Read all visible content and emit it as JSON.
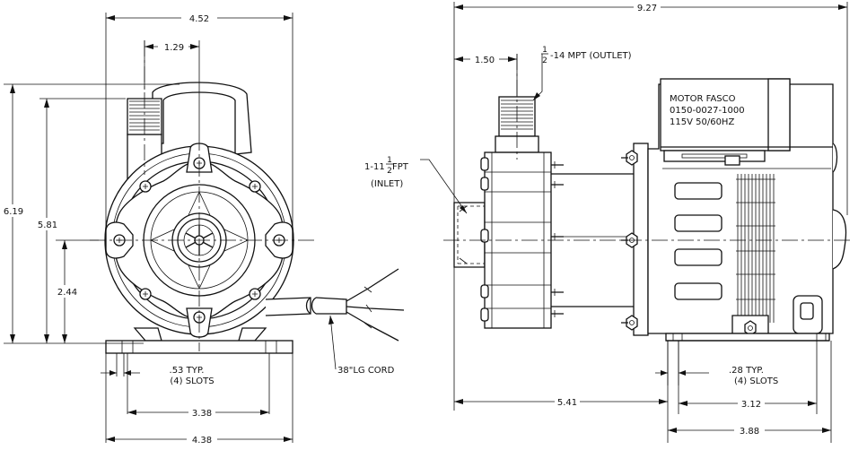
{
  "front_view": {
    "dims": {
      "overall_width": "4.52",
      "outlet_offset": "1.29",
      "overall_height": "6.19",
      "outlet_height": "5.81",
      "center_height": "2.44",
      "slot_mount": "3.38",
      "base_width": "4.38"
    },
    "notes": {
      "slots_line1": ".53 TYP.",
      "slots_line2": "(4) SLOTS",
      "cord": "38\"LG CORD"
    }
  },
  "side_view": {
    "dims": {
      "overall_length": "9.27",
      "outlet_offset": "1.50",
      "to_base_slot": "5.41",
      "slot_mount": "3.12",
      "base_length": "3.88"
    },
    "notes": {
      "outlet_pre": "",
      "outlet_num": "1",
      "outlet_den": "2",
      "outlet_post": "-14 MPT (OUTLET)",
      "inlet_pre": "1-11",
      "inlet_num": "1",
      "inlet_den": "2",
      "inlet_post": " FPT",
      "inlet_label": "(INLET)",
      "slots_line1": ".28 TYP.",
      "slots_line2": "(4) SLOTS"
    },
    "motor_label": {
      "line1": "MOTOR FASCO",
      "line2": "0150-0027-1000",
      "line3": "115V 50/60HZ"
    }
  }
}
